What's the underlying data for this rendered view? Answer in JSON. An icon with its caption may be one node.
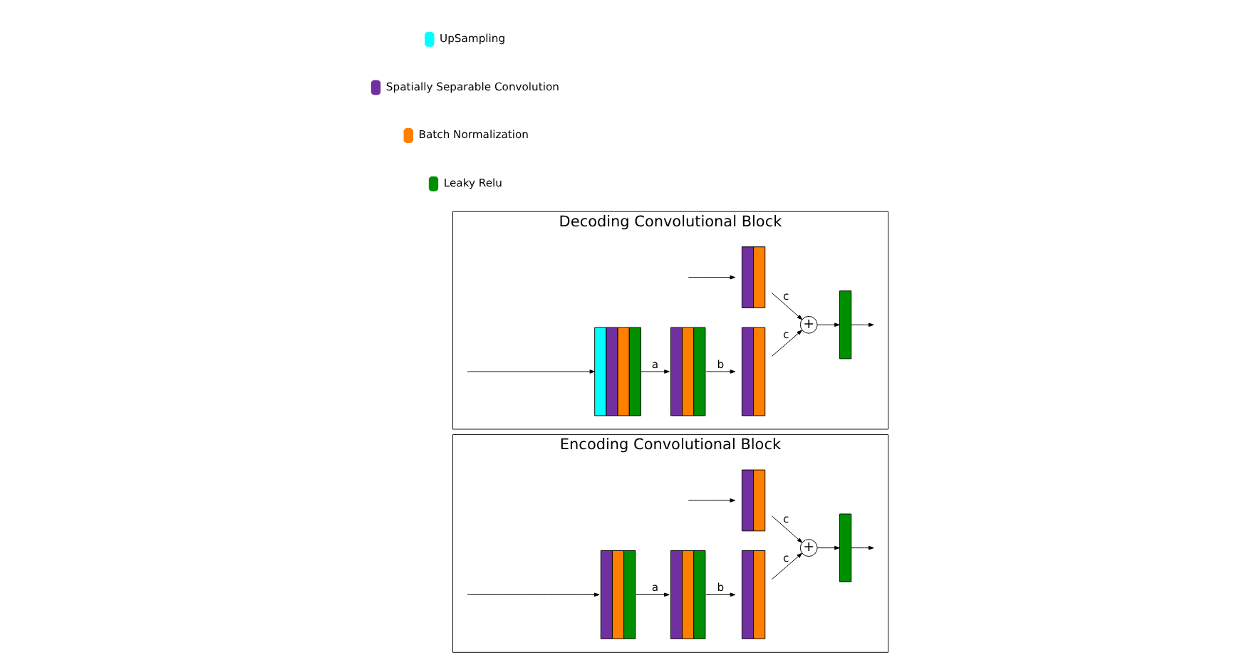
{
  "diagram": {
    "nodes": [
      {
        "text": [
          "Encoding Convolutional Block"
        ]
      },
      {
        "text": [],
        "shape": "bar",
        "in": 0
      },
      {
        "text": [],
        "shape": "bar",
        "in": 0
      },
      {
        "text": [],
        "shape": "bar",
        "in": 0
      },
      {
        "text": [],
        "shape": "bar",
        "in": 0
      },
      {
        "text": [
          "+"
        ],
        "in": 0
      },
      {
        "text": [],
        "shape": "bar",
        "in": 0
      },
      {
        "text": [
          "Decoding Convolutional Block"
        ]
      },
      {
        "text": [],
        "shape": "bar",
        "in": 7
      },
      {
        "text": [],
        "shape": "bar",
        "in": 7
      },
      {
        "text": [],
        "shape": "bar",
        "in": 7
      },
      {
        "text": [],
        "shape": "bar",
        "in": 7
      },
      {
        "text": [
          "+"
        ],
        "in": 7
      },
      {
        "text": [],
        "shape": "bar",
        "in": 7
      }
    ],
    "edges": [
      {
        "from": null,
        "to": 1,
        "arrow": "to"
      },
      {
        "from": null,
        "to": 2,
        "arrow": "to"
      },
      {
        "from": 1,
        "to": 5,
        "label": "c",
        "arrow": "to"
      },
      {
        "from": 2,
        "to": 3,
        "label": "a",
        "arrow": "to"
      },
      {
        "from": 3,
        "to": 4,
        "label": "b",
        "arrow": "to"
      },
      {
        "from": 4,
        "to": 5,
        "label": "c",
        "arrow": "to"
      },
      {
        "from": 5,
        "to": 6,
        "arrow": "to"
      },
      {
        "from": 6,
        "to": null,
        "arrow": "to"
      },
      {
        "from": null,
        "to": 8,
        "arrow": "to"
      },
      {
        "from": null,
        "to": 9,
        "arrow": "to"
      },
      {
        "from": 8,
        "to": 12,
        "label": "c",
        "arrow": "to"
      },
      {
        "from": 9,
        "to": 10,
        "label": "a",
        "arrow": "to"
      },
      {
        "from": 10,
        "to": 11,
        "label": "b",
        "arrow": "to"
      },
      {
        "from": 11,
        "to": 12,
        "label": "c",
        "arrow": "to"
      },
      {
        "from": 12,
        "to": 13,
        "arrow": "to"
      },
      {
        "from": 13,
        "to": null,
        "arrow": "to"
      }
    ],
    "legend": [
      {
        "text": "UpSampling",
        "color": "#00ffff"
      },
      {
        "text": "Spatially Separable Convolution",
        "color": "#7030a0"
      },
      {
        "text": "Batch Normalization",
        "color": "#ff7f00"
      },
      {
        "text": "Leaky Relu",
        "color": "#008f00"
      }
    ]
  }
}
